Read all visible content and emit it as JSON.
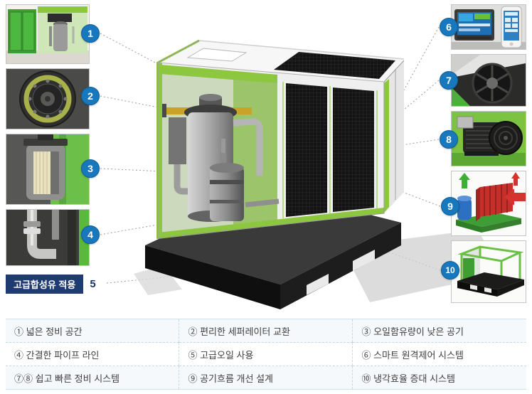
{
  "diagram": {
    "badge_color": "#1778be",
    "accent_green": "#8dc63f",
    "callout_numbers": [
      "1",
      "2",
      "3",
      "4",
      "5",
      "6",
      "7",
      "8",
      "9",
      "10"
    ],
    "oil_label": {
      "text": "고급합성유 적용",
      "number": "5",
      "bg": "#1e3c72"
    }
  },
  "thumbnails": [
    {
      "id": "1",
      "icon": "maintenance-space-photo"
    },
    {
      "id": "2",
      "icon": "separator-top-view-photo"
    },
    {
      "id": "3",
      "icon": "separator-element-photo"
    },
    {
      "id": "4",
      "icon": "pipe-line-photo"
    },
    {
      "id": "6",
      "icon": "remote-control-panel-photo"
    },
    {
      "id": "7",
      "icon": "cooling-fan-photo"
    },
    {
      "id": "8",
      "icon": "motor-photo"
    },
    {
      "id": "9",
      "icon": "cooler-airflow-photo"
    },
    {
      "id": "10",
      "icon": "base-frame-photo"
    }
  ],
  "features_table": {
    "rows": [
      [
        "① 넓은 정비 공간",
        "② 편리한 세퍼레이터 교환",
        "③ 오일함유량이 낮은 공기"
      ],
      [
        "④ 간결한 파이프 라인",
        "⑤ 고급오일 사용",
        "⑥ 스마트 원격제어 시스템"
      ],
      [
        "⑦⑧ 쉽고 빠른 정비 시스템",
        "⑨ 공기흐름 개선 설계",
        "⑩ 냉각효율 증대 시스템"
      ]
    ]
  }
}
